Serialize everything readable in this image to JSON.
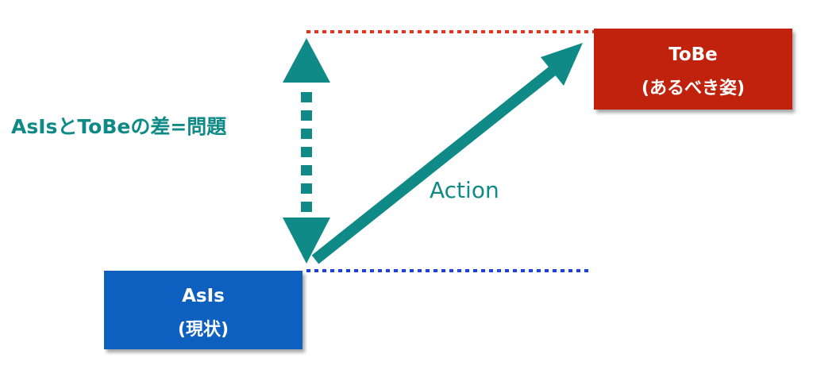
{
  "tobe_box": {
    "title": "ToBe",
    "subtitle": "(あるべき姿)",
    "color": "#c0200f"
  },
  "asis_box": {
    "title": "AsIs",
    "subtitle": "(現状)",
    "color": "#0a5ec0"
  },
  "gap_label": "AsIsとToBeの差=問題",
  "action_label": "Action",
  "colors": {
    "teal": "#0f8a86",
    "red_dotted": "#e8321e",
    "blue_dotted": "#1a3fe0"
  }
}
